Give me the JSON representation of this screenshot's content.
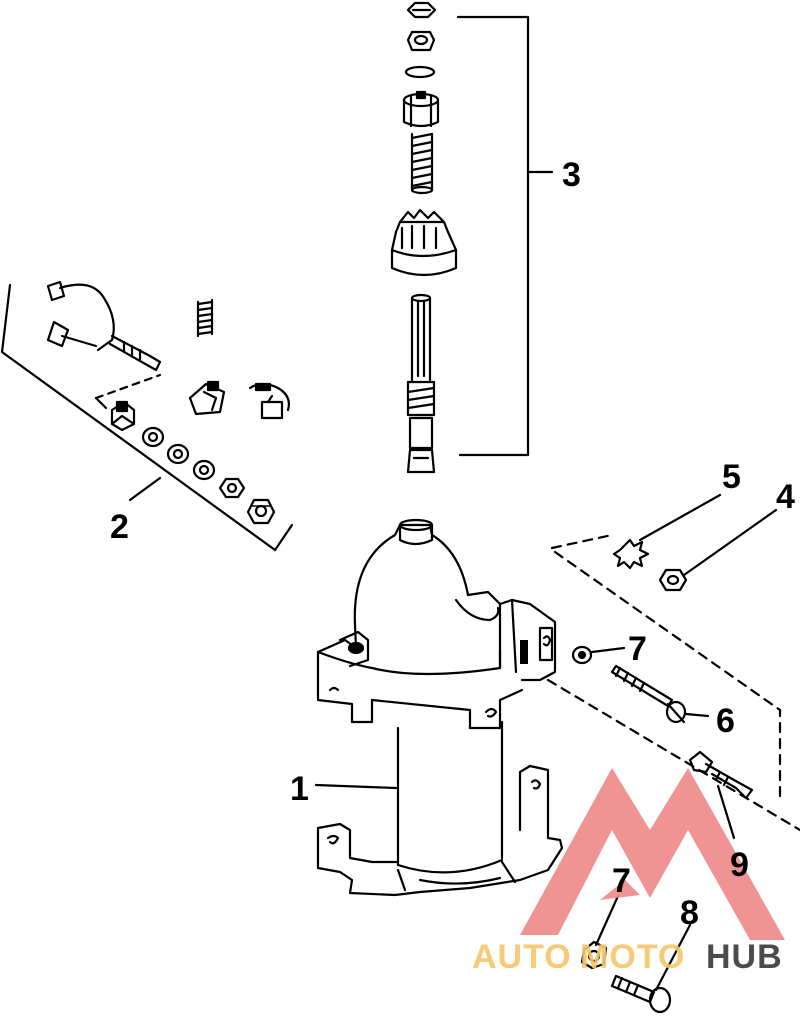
{
  "diagram": {
    "callouts": {
      "c1": "1",
      "c2": "2",
      "c3": "3",
      "c4": "4",
      "c5": "5",
      "c6": "6",
      "c7a": "7",
      "c7b": "7",
      "c8": "8",
      "c9": "9"
    }
  },
  "watermark": {
    "text_auto": "AUTO",
    "text_moto": "MOTO",
    "text_hub": "HUB",
    "colors": {
      "triangle": "#ef8a8a",
      "auto_moto": "#f6c66c",
      "hub": "#3c3c3c"
    }
  }
}
